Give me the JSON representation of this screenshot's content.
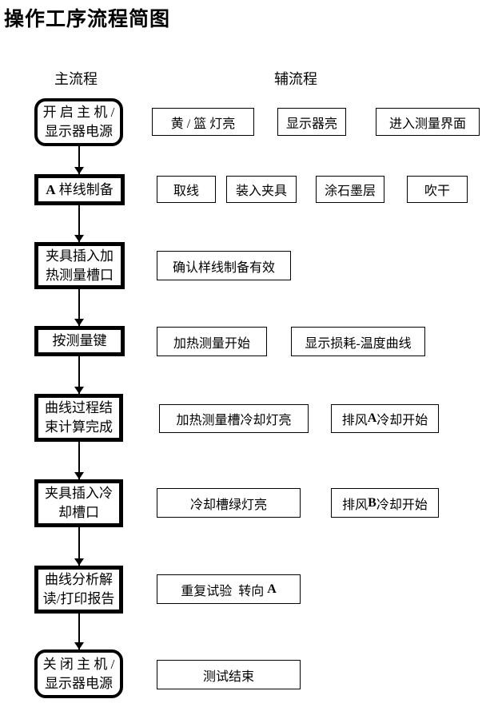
{
  "title": "操作工序流程简图",
  "headers": {
    "main": "主流程",
    "aux": "辅流程"
  },
  "colors": {
    "ink": "#000000",
    "paper": "#ffffff"
  },
  "main_flow": {
    "step1": {
      "line1": "开 启 主 机 /",
      "line2": "显示器电源"
    },
    "step2": {
      "em": "A",
      "rest": " 样线制备"
    },
    "step3": {
      "line1": "夹具插入加",
      "line2": "热测量槽口"
    },
    "step4": {
      "line1": "按测量键"
    },
    "step5": {
      "line1": "曲线过程结",
      "line2": "束计算完成"
    },
    "step6": {
      "line1": "夹具插入冷",
      "line2": "却槽口"
    },
    "step7": {
      "line1": "曲线分析解",
      "line2": "读/打印报告"
    },
    "step8": {
      "line1": "关 闭 主 机 /",
      "line2": "显示器电源"
    }
  },
  "aux_flow": {
    "row1": {
      "box1": "黄 / 篮 灯亮",
      "box2": "显示器亮",
      "box3": "进入测量界面"
    },
    "row2": {
      "box1": "取线",
      "box2": "装入夹具",
      "box3": "涂石墨层",
      "box4": "吹干"
    },
    "row3": {
      "box1": "确认样线制备有效"
    },
    "row4": {
      "box1": "加热测量开始",
      "box2": "显示损耗-温度曲线"
    },
    "row5": {
      "box1": "加热测量槽冷却灯亮",
      "box2": {
        "prefix": "排风 ",
        "em": "A",
        "suffix": " 冷却开始"
      }
    },
    "row6": {
      "box1": "冷却槽绿灯亮",
      "box2": {
        "prefix": "排风 ",
        "em": "B",
        "suffix": " 冷却开始"
      }
    },
    "row7": {
      "box1": {
        "prefix": "重复试验  转向 ",
        "em": "A"
      }
    },
    "row8": {
      "box1": "测试结束"
    }
  }
}
